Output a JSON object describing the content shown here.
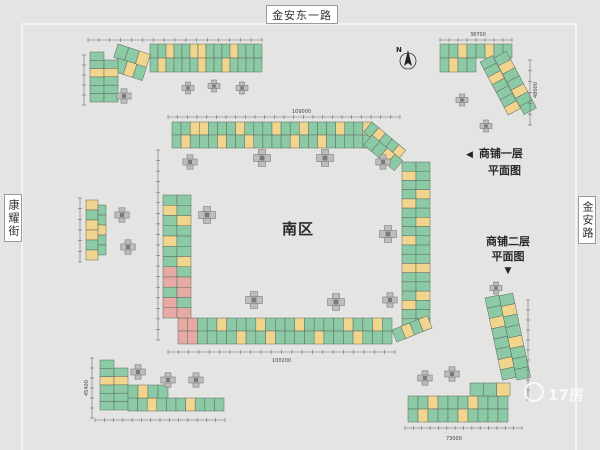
{
  "roads": {
    "north": "金安东一路",
    "west": "康耀街",
    "east": "金安路"
  },
  "zone_label": "南区",
  "legend": {
    "floor1": {
      "arrow": "◀",
      "title": "商铺一层",
      "subtitle": "平面图"
    },
    "floor2": {
      "title": "商铺二层",
      "subtitle": "平面图",
      "arrow": "▼"
    }
  },
  "north_arrow": {
    "label": "N",
    "icon": "north-arrow-icon"
  },
  "dimensions": {
    "ring_top": "109000",
    "ring_bottom": "100200",
    "top_right_width": "38700",
    "top_right_height": "48000",
    "bottom_left_height": "45400",
    "bottom_right_width": "73000"
  },
  "watermark": "17房",
  "colors": {
    "background": "#e4e4e2",
    "shop_green": "#8cc9a5",
    "shop_yellow": "#f1d48e",
    "shop_pink": "#e7a9a4",
    "tower": "#bdbdbd",
    "tower_dark": "#7a7a7a",
    "outline": "#5a6a60",
    "dimension_line": "#6d6d6d",
    "road_frame": "#ffffff"
  }
}
